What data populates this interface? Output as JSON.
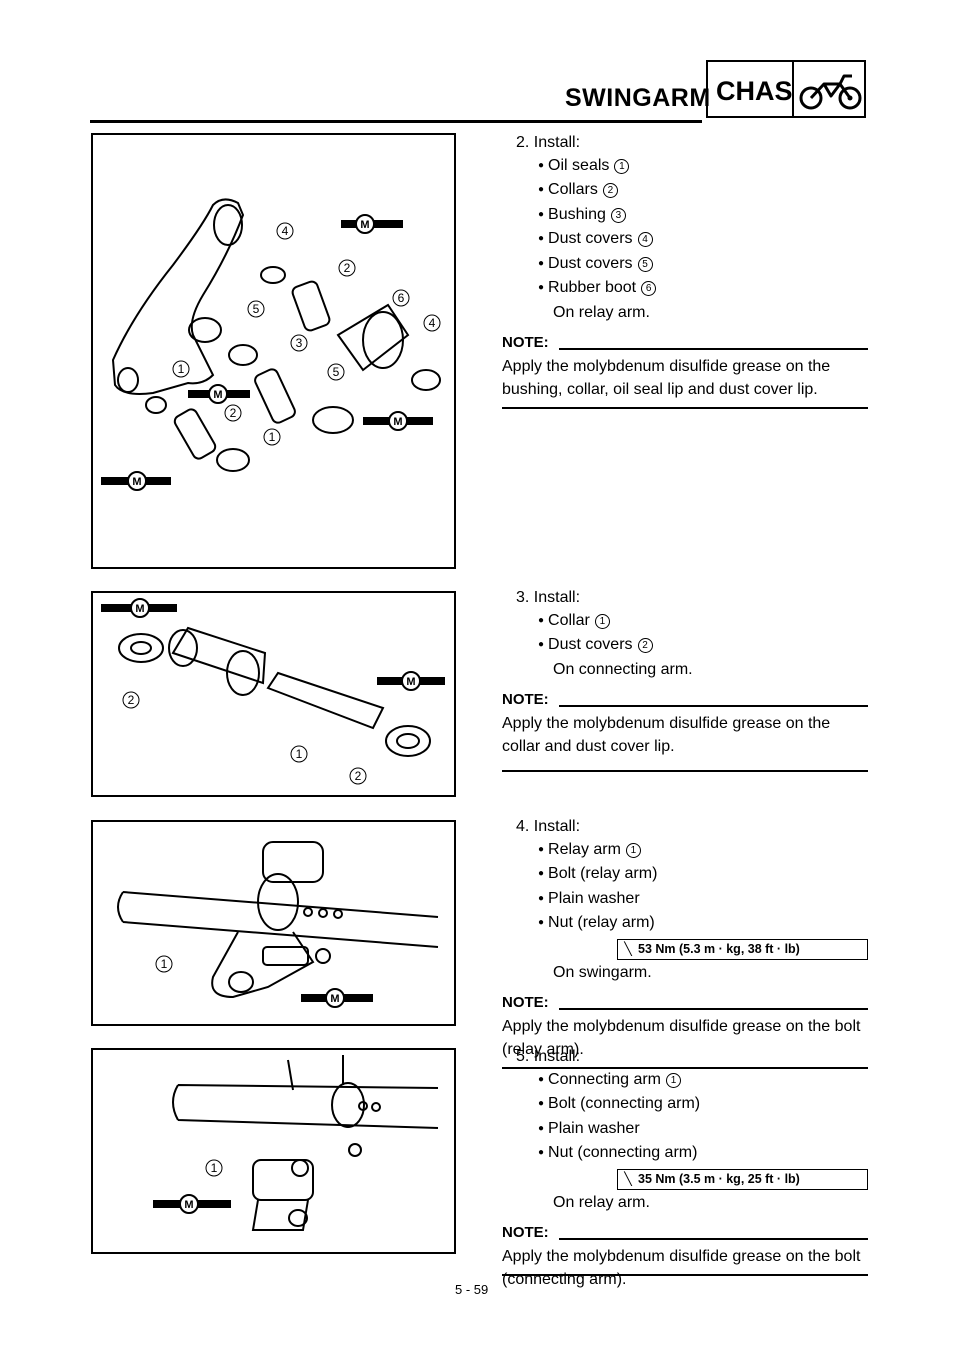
{
  "header": {
    "title": "SWINGARM",
    "section": "CHAS",
    "section_icon": "motorcycle-icon"
  },
  "steps": [
    {
      "label": "2. Install:",
      "items": [
        {
          "text": "Oil seals",
          "num": "1"
        },
        {
          "text": "Collars",
          "num": "2"
        },
        {
          "text": "Bushing",
          "num": "3"
        },
        {
          "text": "Dust covers",
          "num": "4"
        },
        {
          "text": "Dust covers",
          "num": "5"
        },
        {
          "text": "Rubber boot",
          "num": "6"
        }
      ],
      "location": "On relay arm.",
      "note_label": "NOTE:",
      "note": "Apply the molybdenum disulfide grease on the bushing, collar, oil seal lip and dust cover lip."
    },
    {
      "label": "3. Install:",
      "items": [
        {
          "text": "Collar",
          "num": "1"
        },
        {
          "text": "Dust covers",
          "num": "2"
        }
      ],
      "location": "On connecting arm.",
      "note_label": "NOTE:",
      "note": "Apply the molybdenum disulfide grease on the collar and dust cover lip."
    },
    {
      "label": "4. Install:",
      "items": [
        {
          "text": "Relay arm",
          "num": "1"
        },
        {
          "text": "Bolt (relay arm)",
          "num": ""
        },
        {
          "text": "Plain washer",
          "num": ""
        },
        {
          "text": "Nut (relay arm)",
          "num": ""
        }
      ],
      "torque": "53 Nm (5.3 m · kg, 38 ft · lb)",
      "location": "On swingarm.",
      "note_label": "NOTE:",
      "note": "Apply the molybdenum disulfide grease on the bolt (relay arm)."
    },
    {
      "label": "5. Install:",
      "items": [
        {
          "text": "Connecting arm",
          "num": "1"
        },
        {
          "text": "Bolt (connecting arm)",
          "num": ""
        },
        {
          "text": "Plain washer",
          "num": ""
        },
        {
          "text": "Nut (connecting arm)",
          "num": ""
        }
      ],
      "torque": "35 Nm (3.5 m · kg, 25 ft · lb)",
      "location": "On relay arm.",
      "note_label": "NOTE:",
      "note": "Apply the molybdenum disulfide grease on the bolt (connecting arm)."
    }
  ],
  "figures": {
    "callouts": [
      "1",
      "2",
      "3",
      "4",
      "5",
      "6"
    ],
    "grease_mark": "M"
  },
  "page_number": "5 - 59"
}
